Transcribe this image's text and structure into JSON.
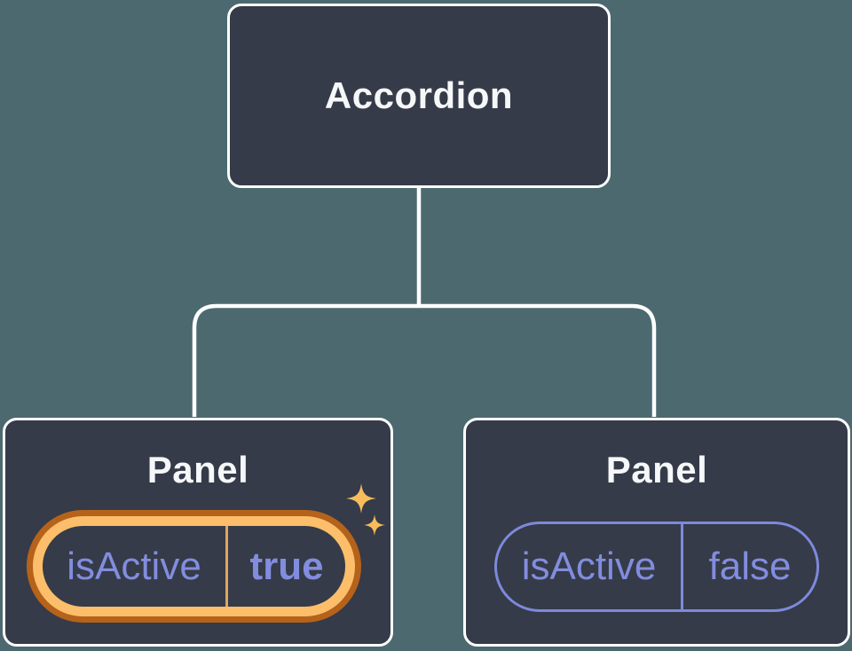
{
  "tree": {
    "root": {
      "label": "Accordion"
    },
    "children": [
      {
        "title": "Panel",
        "state": {
          "name": "isActive",
          "value": "true"
        },
        "highlighted": true
      },
      {
        "title": "Panel",
        "state": {
          "name": "isActive",
          "value": "false"
        },
        "highlighted": false
      }
    ]
  },
  "icons": [
    {
      "name": "sparkle-icon-large"
    },
    {
      "name": "sparkle-icon-small"
    }
  ],
  "colors": {
    "background": "#4C6970",
    "node_fill": "#353B48",
    "node_border": "#FFFFFF",
    "connector_line": "#FFFFFF",
    "text_primary": "#F6F7F9",
    "state_purple": "#828DDF",
    "pill_border_purple": "#7E89DC",
    "highlight_ring_outer": "#B5621B",
    "highlight_ring_inner": "#FCBE6A",
    "highlight_divider": "#DFA55C",
    "sparkle": "#F8BC5C"
  }
}
